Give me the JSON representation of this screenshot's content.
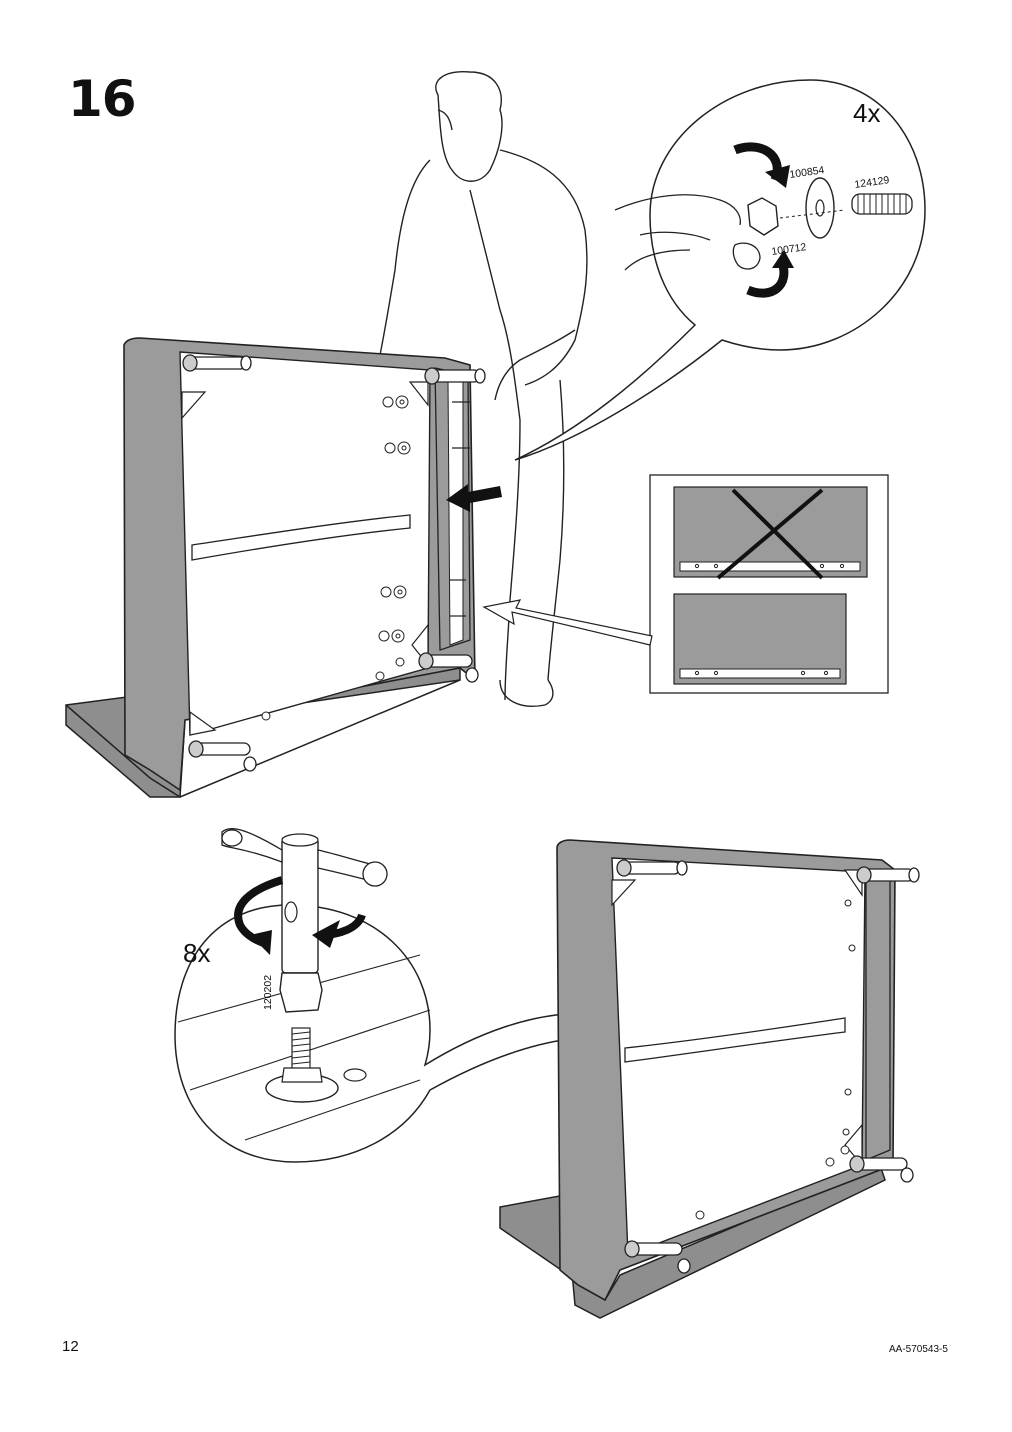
{
  "step": {
    "number": "16"
  },
  "callout_top": {
    "multiplier": "4x",
    "part_washer": "100854",
    "part_bolt": "124129",
    "part_nut": "100712"
  },
  "callout_bottom": {
    "multiplier": "8x",
    "part_tool": "120202"
  },
  "footer": {
    "page_number": "12",
    "document_code": "AA-570543-5"
  }
}
